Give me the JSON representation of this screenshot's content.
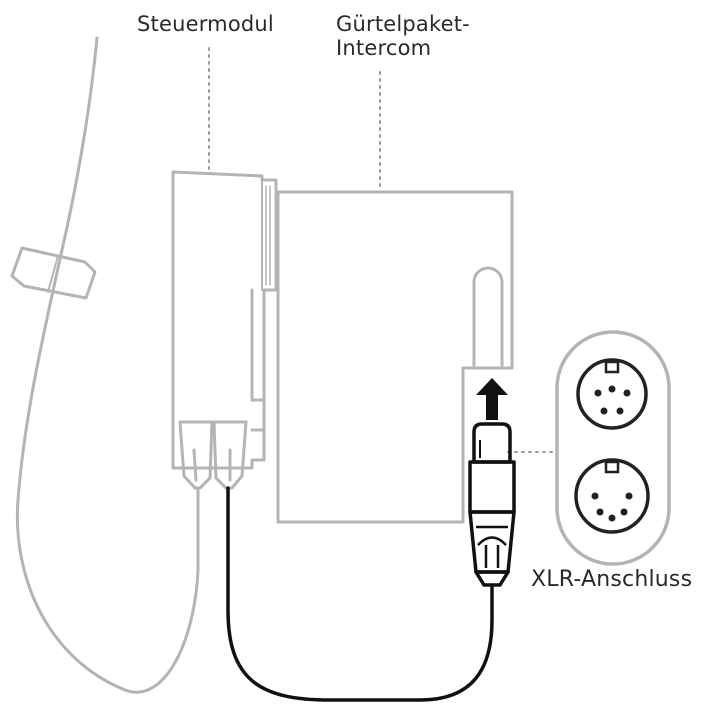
{
  "labels": {
    "control_module": "Steuermodul",
    "belt_pack_line1": "Gürtelpaket-",
    "belt_pack_line2": "Intercom",
    "xlr_connector": "XLR-Anschluss"
  },
  "colors": {
    "outline": "#b4b4b4",
    "cable": "#111111",
    "text": "#2a2a2a",
    "leader": "#9a9a9a"
  },
  "icons": [
    "arrow-up-icon",
    "xlr-socket-icon"
  ]
}
